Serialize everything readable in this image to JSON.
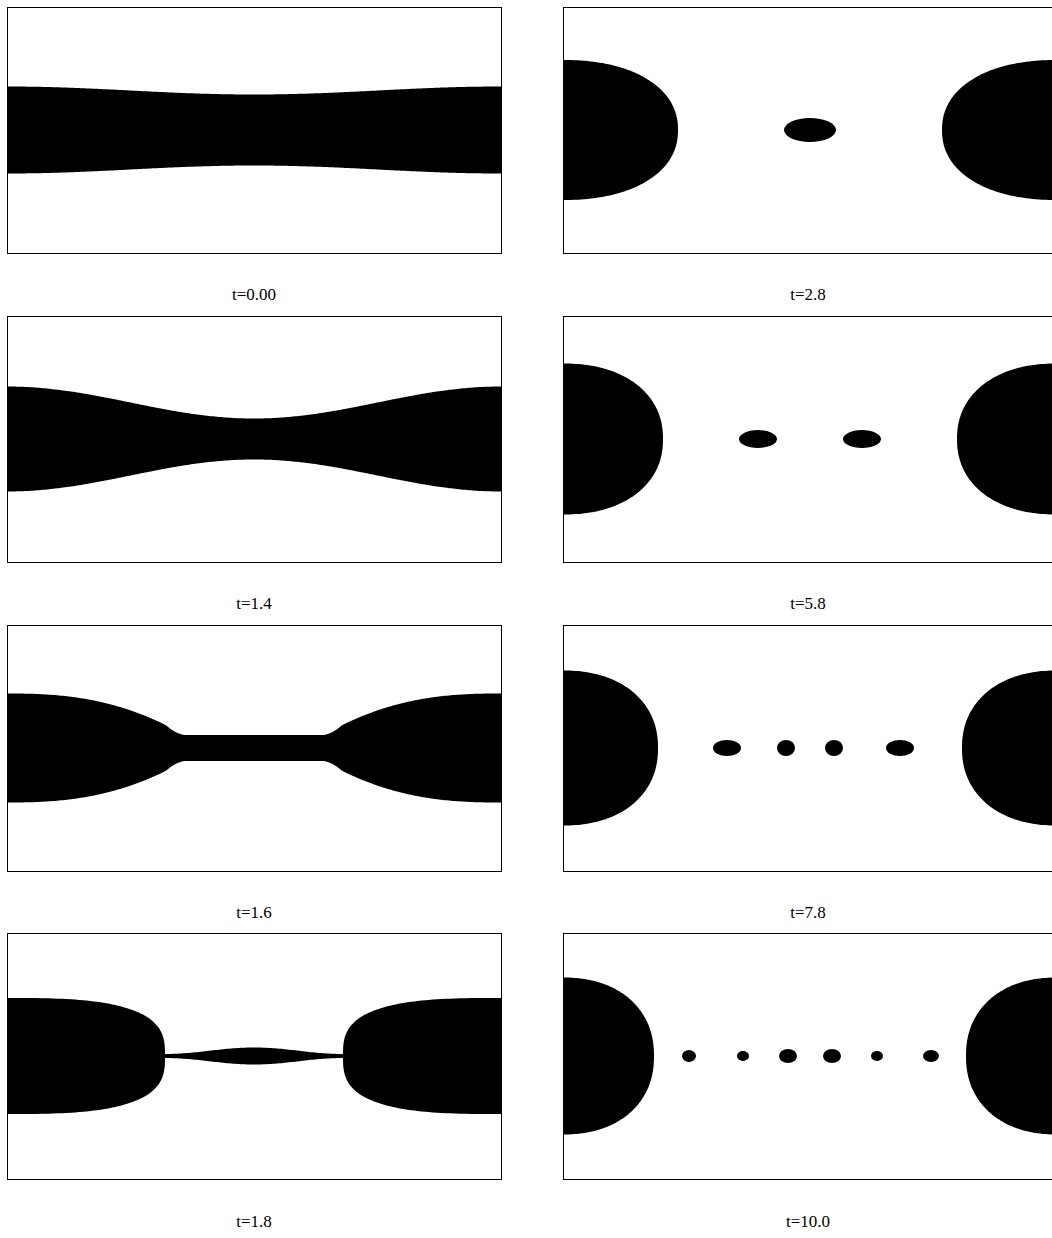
{
  "diagram": {
    "labels": [
      "t=0.00",
      "t=1.4",
      "t=1.6",
      "t=1.8",
      "t=2.8",
      "t=5.8",
      "t=7.8",
      "t=10.0"
    ]
  }
}
